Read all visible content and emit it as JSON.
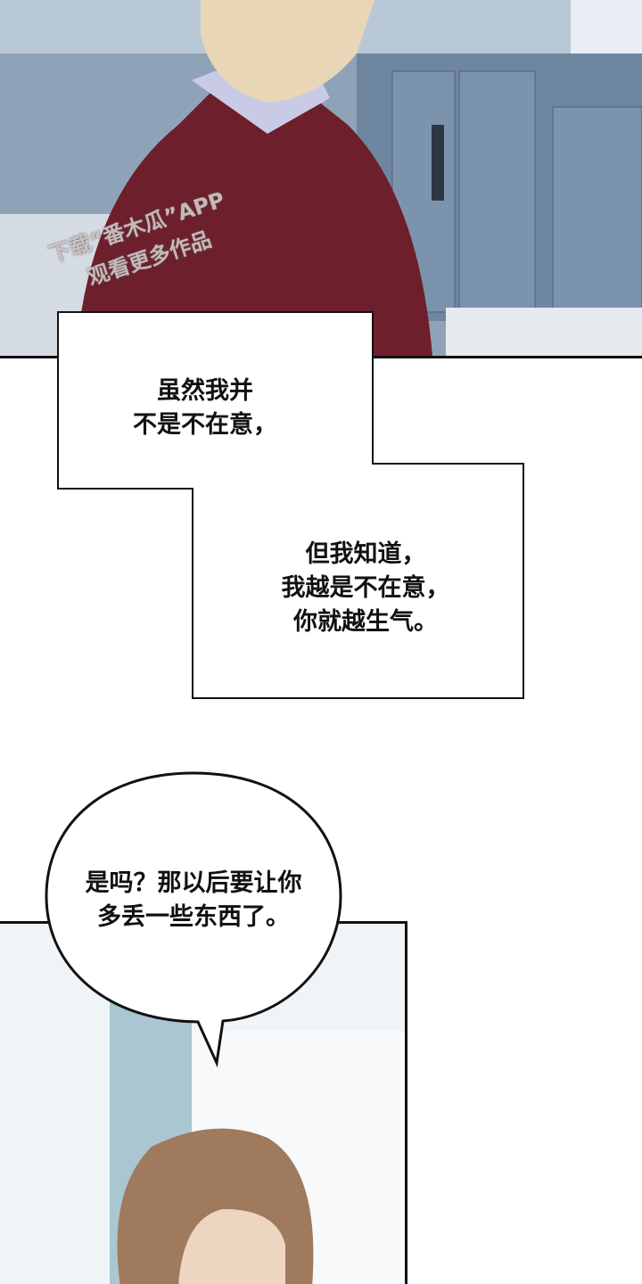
{
  "watermark": {
    "line1": "下载“番木瓜”APP",
    "line2": "观看更多作品"
  },
  "caption_1": "虽然我并\n不是不在意，",
  "caption_2": "但我知道，\n我越是不在意，\n你就越生气。",
  "speech_bubble": "是吗？那以后要让你\n多丢一些东西了。",
  "colors": {
    "sweater": "#6e1f2c",
    "lockers": "#7f93ab",
    "hair": "#a07a5c"
  }
}
